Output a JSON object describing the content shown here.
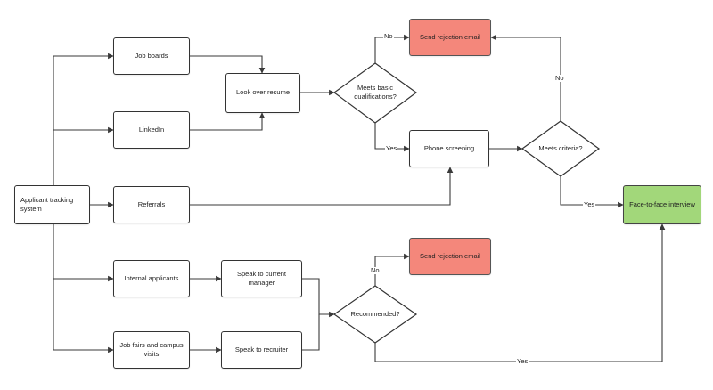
{
  "colors": {
    "reject_fill": "#f4877b",
    "final_fill": "#a2d77a",
    "line": "#3a3a3a"
  },
  "nodes": {
    "ats": "Applicant tracking system",
    "job_boards": "Job boards",
    "linkedin": "LinkedIn",
    "referrals": "Referrals",
    "internal": "Internal applicants",
    "job_fairs": "Job fairs and campus visits",
    "look_over": "Look over resume",
    "meets_basic": "Meets basic qualifications?",
    "reject_top": "Send rejection email",
    "phone": "Phone screening",
    "meets_criteria": "Meets criteria?",
    "face": "Face-to-face interview",
    "speak_manager": "Speak to current manager",
    "speak_recruiter": "Speak to recruiter",
    "recommended": "Recommended?",
    "reject_bottom": "Send rejection email"
  },
  "edge_labels": {
    "basic_no": "No",
    "basic_yes": "Yes",
    "criteria_no": "No",
    "criteria_yes": "Yes",
    "rec_no": "No",
    "rec_yes": "Yes"
  }
}
